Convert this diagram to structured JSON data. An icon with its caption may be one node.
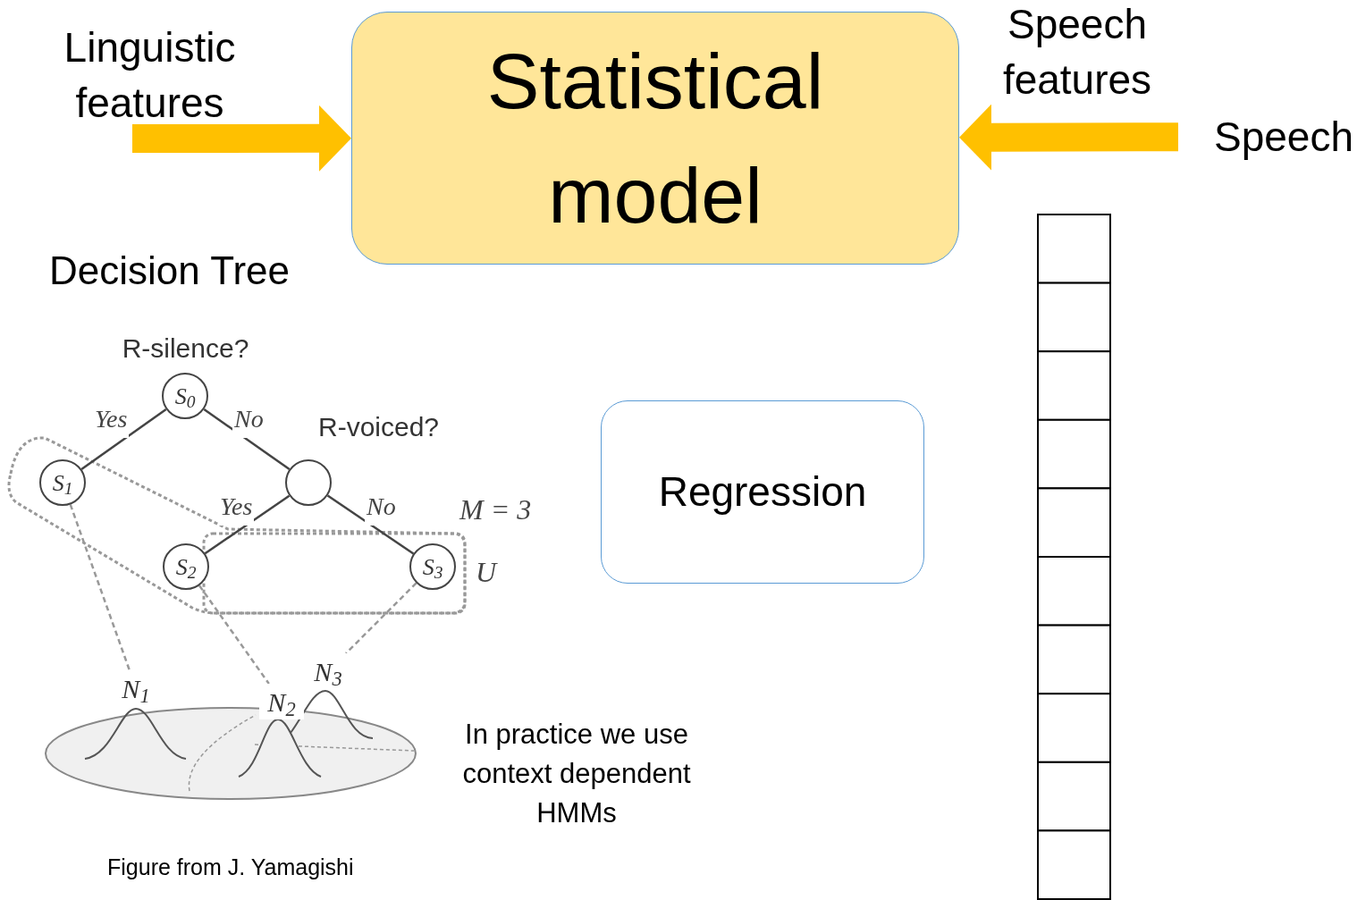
{
  "diagram": {
    "nodes": [
      {
        "text": [
          "Statistical model"
        ]
      },
      {
        "text": [
          "Speech"
        ]
      },
      {
        "text": [
          "Regression"
        ]
      },
      {
        "text": [
          "S$_{0}$"
        ],
        "beside": [
          "R-silence?"
        ]
      },
      {
        "text": [],
        "shape": "circle",
        "beside": [
          "R-voiced?"
        ]
      },
      {
        "text": [
          "S$_{1}$"
        ]
      },
      {
        "text": [
          "S$_{2}$"
        ]
      },
      {
        "text": [
          "S$_{3}$"
        ]
      },
      {
        "text": [
          "N$_{1}$"
        ]
      },
      {
        "text": [
          "N$_{2}$"
        ]
      },
      {
        "text": [
          "N$_{3}$"
        ]
      }
    ],
    "edges": [
      {
        "from": null,
        "to": 0,
        "arrow": "to",
        "label": "Linguistic features",
        "style": "thick",
        "color": "#ffc000"
      },
      {
        "from": 1,
        "to": 0,
        "arrow": "to",
        "label": "Speech features",
        "style": "thick",
        "color": "#ffc000"
      },
      {
        "from": 3,
        "to": 5,
        "arrow": "none",
        "label": "Yes"
      },
      {
        "from": 3,
        "to": 4,
        "arrow": "none",
        "label": "No"
      },
      {
        "from": 4,
        "to": 6,
        "arrow": "none",
        "label": "Yes"
      },
      {
        "from": 4,
        "to": 7,
        "arrow": "none",
        "label": "No"
      },
      {
        "from": 5,
        "to": 8,
        "arrow": "none",
        "style": "dashed",
        "color": "#999999"
      },
      {
        "from": 6,
        "to": 9,
        "arrow": "none",
        "style": "dashed",
        "color": "#999999"
      },
      {
        "from": 7,
        "to": 10,
        "arrow": "none",
        "style": "dashed",
        "color": "#999999"
      }
    ],
    "labels": [
      "Decision Tree",
      "M = 3",
      "U",
      "In practice we use context dependent HMMs",
      "Figure from J. Yamagishi"
    ]
  }
}
